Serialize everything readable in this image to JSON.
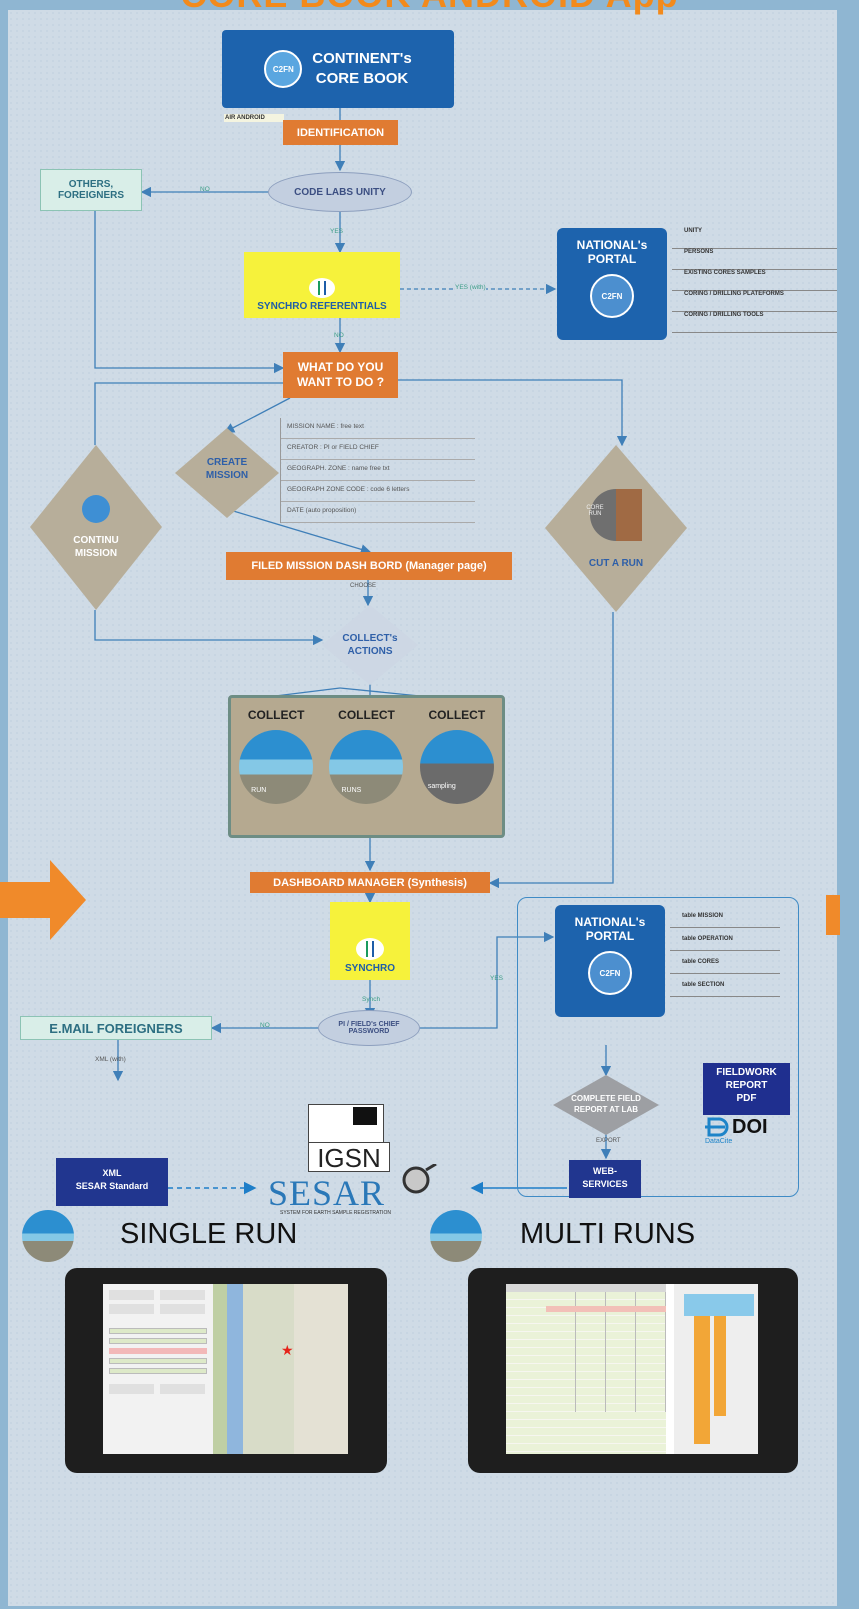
{
  "title": "CORE BOOK  ANDROID App",
  "core_book": {
    "line1": "CONTINENT's",
    "line2": "CORE BOOK",
    "logo": "C2FN",
    "badge": "AIR ANDROID"
  },
  "identification": "IDENTIFICATION",
  "code_labs": "CODE LABS UNITY",
  "others": {
    "line1": "OTHERS,",
    "line2": "FOREIGNERS"
  },
  "labels": {
    "no1": "NO",
    "yes1": "YES",
    "yes_with": "YES (with)",
    "no2": "NO",
    "choose": "CHOOSE",
    "synch": "Synch",
    "no3": "NO",
    "yes2": "YES",
    "xml_with": "XML (with)",
    "export": "EXPORT"
  },
  "synchro_ref": "SYNCHRO REFERENTIALS",
  "portal1": {
    "line1": "NATIONAL's",
    "line2": "PORTAL",
    "logo": "C2FN",
    "items": [
      "UNITY",
      "PERSONS",
      "EXISTING CORES SAMPLES",
      "CORING / DRILLING PLATEFORMS",
      "CORING / DRILLING TOOLS"
    ]
  },
  "what": {
    "line1": "WHAT DO YOU",
    "line2": "WANT TO DO ?"
  },
  "create": {
    "line1": "CREATE",
    "line2": "MISSION",
    "fields": [
      "MISSION NAME : free text",
      "CREATOR : PI or FIELD CHIEF",
      "GEOGRAPH. ZONE : name free txt",
      "GEOGRAPH ZONE CODE : code 6 letters",
      "DATE (auto proposition)"
    ]
  },
  "continu": {
    "line1": "CONTINU",
    "line2": "MISSION"
  },
  "cut": {
    "label": "CUT A RUN",
    "inner1": "CORE",
    "inner2": "RUN"
  },
  "dashboard": "FILED MISSION DASH BORD (Manager page)",
  "collects": {
    "line1": "COLLECT's",
    "line2": "ACTIONS",
    "items": [
      "COLLECT",
      "COLLECT",
      "COLLECT"
    ],
    "sub": [
      "RUN",
      "RUNS",
      "sampling"
    ]
  },
  "dash_manager": "DASHBOARD MANAGER (Synthesis)",
  "synchro": "SYNCHRO",
  "password": {
    "line1": "PI / FIELD's CHIEF",
    "line2": "PASSWORD"
  },
  "portal2": {
    "line1": "NATIONAL's",
    "line2": "PORTAL",
    "logo": "C2FN",
    "items": [
      "table MISSION",
      "table OPERATION",
      "table CORES",
      "table SECTION"
    ]
  },
  "email": "E.MAIL FOREIGNERS",
  "complete": {
    "line1": "COMPLETE FIELD",
    "line2": "REPORT AT LAB"
  },
  "fieldwork": {
    "line1": "FIELDWORK",
    "line2": "REPORT",
    "line3": "PDF"
  },
  "doi": "DOI",
  "datacite": "DataCite",
  "igsn": "IGSN",
  "sesar": "SESAR",
  "sesar_sub": "SYSTEM FOR EARTH SAMPLE REGISTRATION",
  "xml": {
    "line1": "XML",
    "line2": "SESAR Standard"
  },
  "web": {
    "line1": "WEB-",
    "line2": "SERVICES"
  },
  "single": "SINGLE RUN",
  "multi": "MULTI RUNS",
  "colors": {
    "orange": "#e07b32",
    "blue": "#1d63ad",
    "yellow": "#f6f23b",
    "gray": "#b7ae9a",
    "teal": "#d9eee8"
  }
}
